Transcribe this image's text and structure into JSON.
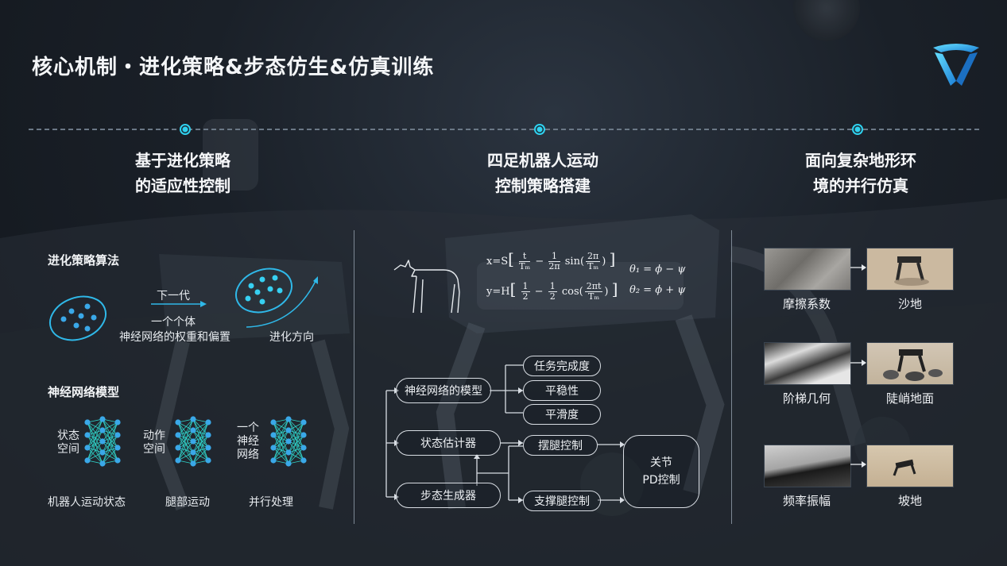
{
  "title": "核心机制・进化策略&步态仿生&仿真训练",
  "columns": [
    {
      "head_line1": "基于进化策略",
      "head_line2": "的适应性控制"
    },
    {
      "head_line1": "四足机器人运动",
      "head_line2": "控制策略搭建"
    },
    {
      "head_line1": "面向复杂地形环",
      "head_line2": "境的并行仿真"
    }
  ],
  "evolution": {
    "section_title": "进化策略算法",
    "next_gen": "下一代",
    "individual": "一个个体",
    "weights": "神经网络的权重和偏置",
    "direction": "进化方向"
  },
  "nn_model": {
    "section_title": "神经网络模型",
    "items": [
      {
        "side_line1": "状态",
        "side_line2": "空间",
        "side_line3": "",
        "caption": "机器人运动状态"
      },
      {
        "side_line1": "动作",
        "side_line2": "空间",
        "side_line3": "",
        "caption": "腿部运动"
      },
      {
        "side_line1": "一个",
        "side_line2": "神经",
        "side_line3": "网络",
        "caption": "并行处理"
      }
    ]
  },
  "formulas": {
    "x_prefix": "x=S",
    "x_t": "t",
    "x_tm": "Tₘ",
    "minus": "−",
    "one": "1",
    "two_pi": "2π",
    "x_sin": "sin(",
    "two_pi_n": "2π",
    "close": ")",
    "y_prefix": "y=H",
    "half_num": "1",
    "half_den": "2",
    "y_cos": "cos(",
    "two_pi_t": "2πt",
    "theta1": "θ₁ = ϕ − ψ",
    "theta2": "θ₂ = ϕ + ψ"
  },
  "flow": {
    "nn_box": "神经网络的模型",
    "task": "任务完成度",
    "stable": "平稳性",
    "smooth": "平滑度",
    "estimator": "状态估计器",
    "swing": "摆腿控制",
    "gait": "步态生成器",
    "support": "支撑腿控制",
    "pd_line1": "关节",
    "pd_line2": "PD控制"
  },
  "terrain": [
    {
      "left": "摩擦系数",
      "right": "沙地"
    },
    {
      "left": "阶梯几何",
      "right": "陡峭地面"
    },
    {
      "left": "频率振幅",
      "right": "坡地"
    }
  ],
  "colors": {
    "accent": "#2fd2f0",
    "line": "#d8dde3",
    "node": "#3aa8e8"
  }
}
